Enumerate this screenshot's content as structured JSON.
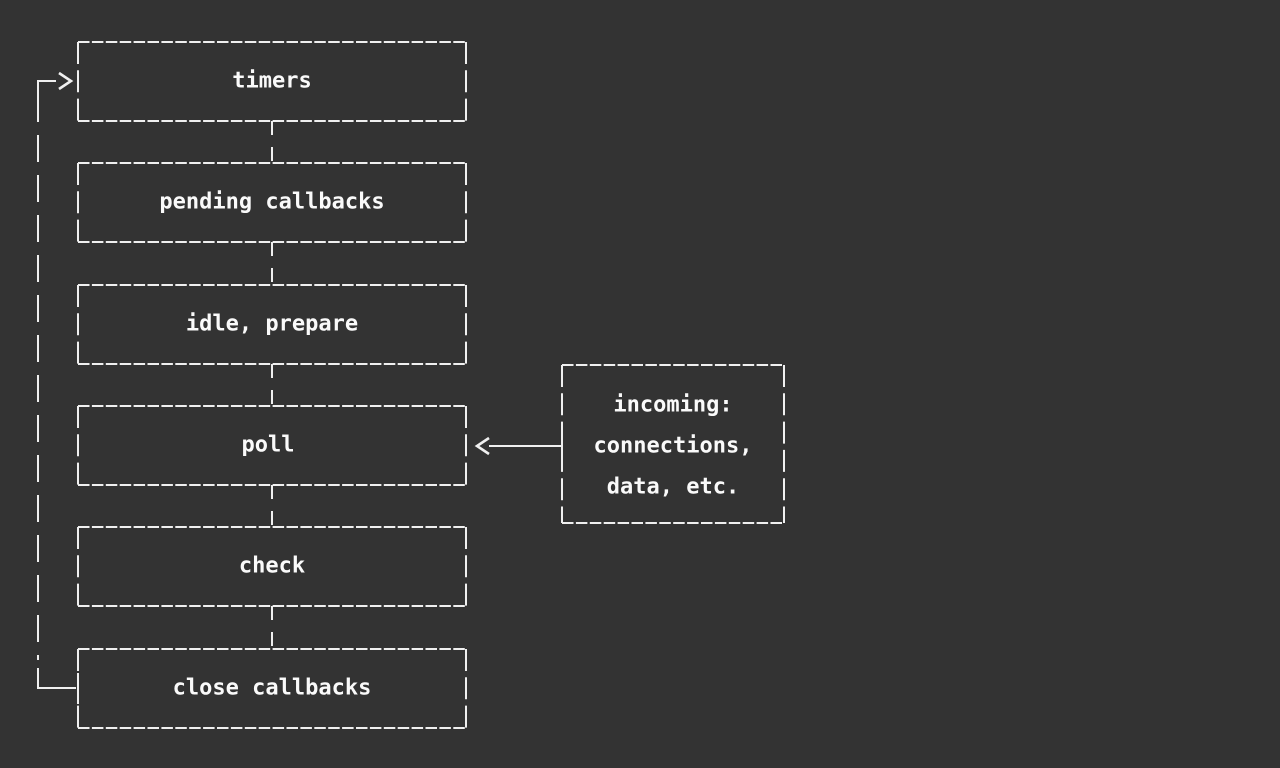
{
  "page": {
    "background_color": "#333333",
    "line_color": "#f0f0f0",
    "text_color": "#fafafa"
  },
  "diagram": {
    "type": "flow",
    "description_names": [
      "event-loop-phases"
    ],
    "phases": [
      {
        "label": "timers"
      },
      {
        "label": "pending callbacks"
      },
      {
        "label": "idle, prepare"
      },
      {
        "label": "poll"
      },
      {
        "label": "check"
      },
      {
        "label": "close callbacks"
      }
    ],
    "side_box": {
      "lines": [
        "incoming:",
        "connections,",
        "data, etc."
      ]
    }
  }
}
